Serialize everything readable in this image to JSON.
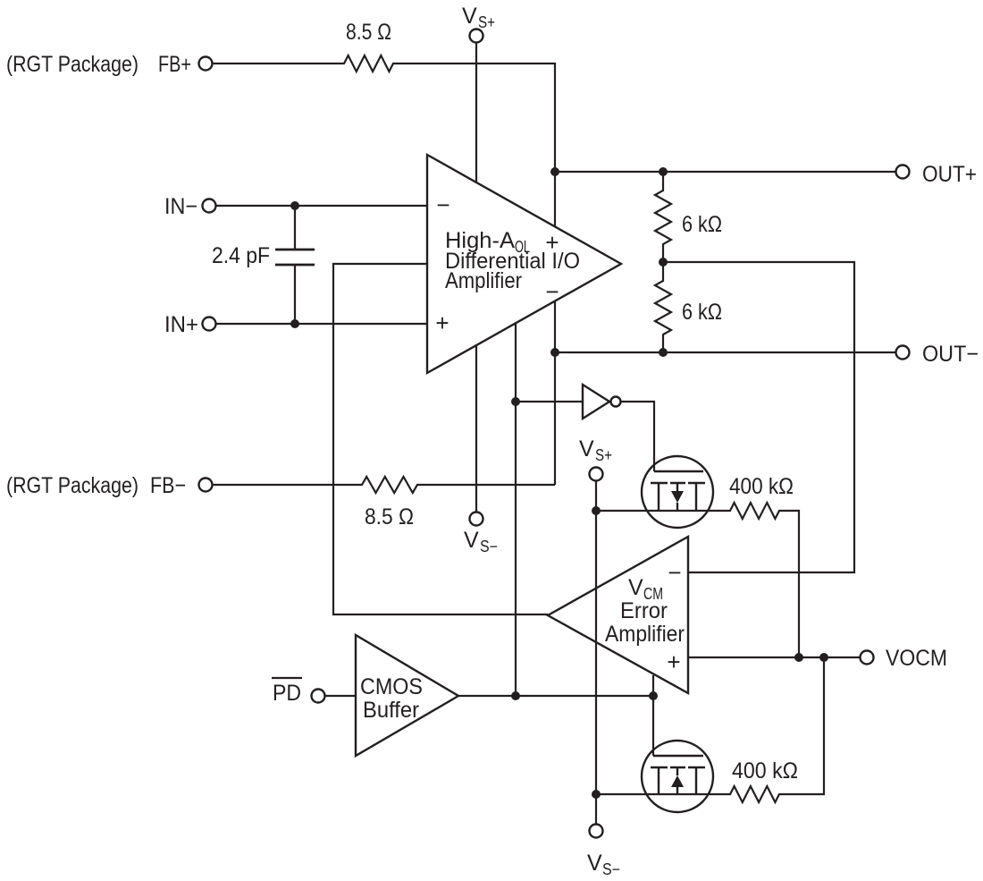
{
  "colors": {
    "line": "#231f20",
    "background": "#ffffff"
  },
  "terminals": {
    "fb_plus": {
      "prefix": "(RGT Package)",
      "label": "FB+"
    },
    "in_minus": {
      "label": "IN−"
    },
    "in_plus": {
      "label": "IN+"
    },
    "fb_minus": {
      "prefix": "(RGT Package)",
      "label": "FB−"
    },
    "out_plus": {
      "label": "OUT+"
    },
    "out_minus": {
      "label": "OUT−"
    },
    "vocm": {
      "label": "VOCM"
    },
    "pd": {
      "label": "PD"
    }
  },
  "supplies": {
    "vs_plus": {
      "main": "V",
      "sub": "S+"
    },
    "vs_minus": {
      "main": "V",
      "sub": "S−"
    }
  },
  "components": {
    "r_fb_top": {
      "value": "8.5 Ω"
    },
    "r_fb_bottom": {
      "value": "8.5 Ω"
    },
    "c_input": {
      "value": "2.4 pF"
    },
    "r_out_top": {
      "value": "6 kΩ"
    },
    "r_out_bottom": {
      "value": "6 kΩ"
    },
    "r_vocm_top": {
      "value": "400 kΩ"
    },
    "r_vocm_bottom": {
      "value": "400 kΩ"
    }
  },
  "blocks": {
    "main_amp": {
      "name_main": "High-A",
      "name_sub": "OL",
      "line2": "Differential I/O",
      "line3": "Amplifier",
      "in_minus": "−",
      "in_plus": "+",
      "out_plus": "+",
      "out_minus": "−"
    },
    "vcm_amp": {
      "name_main": "V",
      "name_sub": "CM",
      "line2": "Error",
      "line3": "Amplifier",
      "in_minus": "−",
      "in_plus": "+"
    },
    "cmos_buffer": {
      "line1": "CMOS",
      "line2": "Buffer"
    }
  }
}
